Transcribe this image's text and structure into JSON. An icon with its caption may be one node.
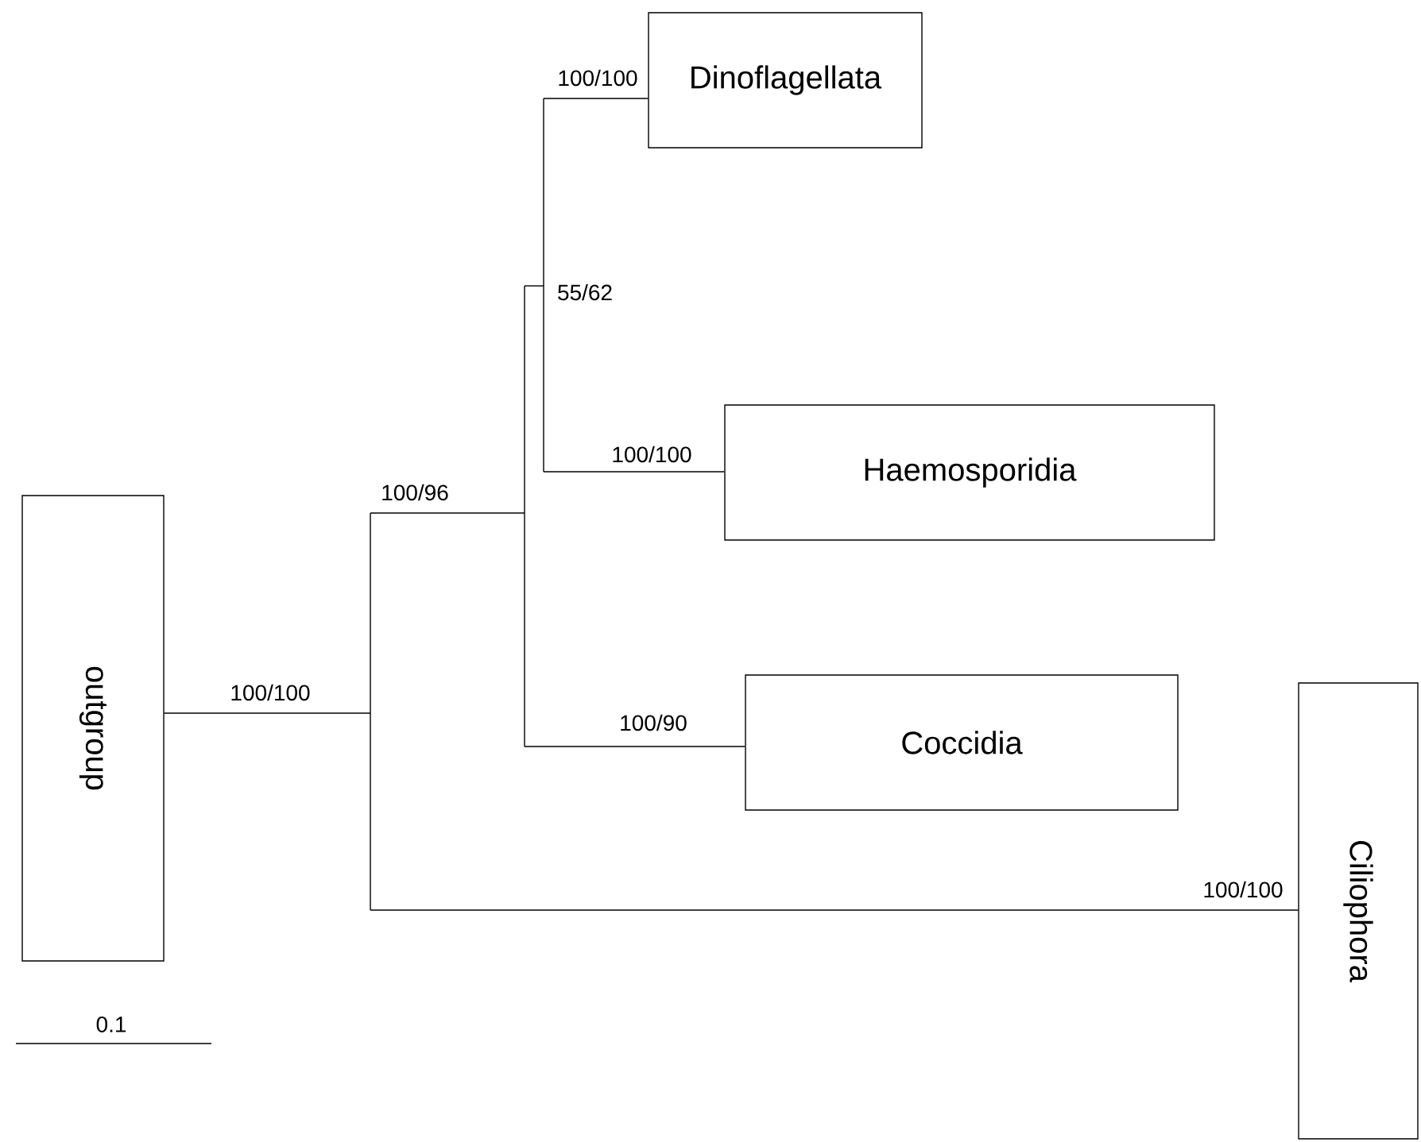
{
  "diagram": {
    "nodes": [
      {
        "text": [
          "outgroup"
        ]
      },
      {
        "text": [
          "Dinoflagellata"
        ]
      },
      {
        "text": [
          "Haemosporidia"
        ]
      },
      {
        "text": [
          "Coccidia"
        ]
      },
      {
        "text": [
          "Ciliophora"
        ]
      },
      {
        "text": [],
        "shape": "bar"
      },
      {
        "text": [],
        "shape": "bar"
      },
      {
        "text": [],
        "shape": "bar"
      }
    ],
    "edges": [
      {
        "from": 0,
        "to": 5,
        "arrow": "none",
        "label": "100/100"
      },
      {
        "from": 5,
        "to": 6,
        "arrow": "none",
        "label": "100/96"
      },
      {
        "from": 6,
        "to": 7,
        "arrow": "none",
        "label": "55/62"
      },
      {
        "from": 7,
        "to": 1,
        "arrow": "none",
        "label": "100/100"
      },
      {
        "from": 7,
        "to": 2,
        "arrow": "none",
        "label": "100/100"
      },
      {
        "from": 6,
        "to": 3,
        "arrow": "none",
        "label": "100/90"
      },
      {
        "from": 5,
        "to": 4,
        "arrow": "none",
        "label": "100/100"
      }
    ],
    "labels": [
      "0.1"
    ]
  }
}
